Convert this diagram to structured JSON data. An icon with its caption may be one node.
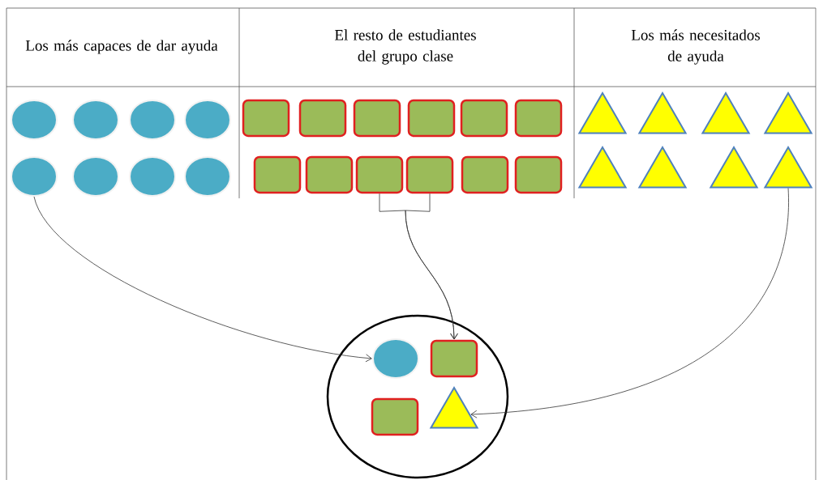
{
  "diagram": {
    "nodes": [
      {
        "text": [],
        "shape": "circle"
      },
      {
        "text": [],
        "shape": "circle"
      },
      {
        "text": [],
        "shape": "circle"
      },
      {
        "text": [],
        "shape": "circle"
      },
      {
        "text": [],
        "shape": "box"
      },
      {
        "text": [],
        "shape": "box"
      },
      {
        "text": [],
        "shape": "box"
      },
      {
        "text": [],
        "shape": "box"
      },
      {
        "text": [],
        "shape": "box"
      },
      {
        "text": [],
        "shape": "box"
      },
      {
        "text": [],
        "shape": "triangle"
      },
      {
        "text": [],
        "shape": "triangle"
      },
      {
        "text": [],
        "shape": "triangle"
      },
      {
        "text": [],
        "shape": "triangle"
      },
      {
        "text": [],
        "shape": "circle"
      },
      {
        "text": [],
        "shape": "circle"
      },
      {
        "text": [],
        "shape": "circle"
      },
      {
        "text": [],
        "shape": "circle"
      },
      {
        "text": [],
        "shape": "box"
      },
      {
        "text": [],
        "shape": "box"
      },
      {
        "text": [],
        "shape": "box"
      },
      {
        "text": [],
        "shape": "box"
      },
      {
        "text": [],
        "shape": "box"
      },
      {
        "text": [],
        "shape": "box"
      },
      {
        "text": [],
        "shape": "triangle"
      },
      {
        "text": [],
        "shape": "triangle"
      },
      {
        "text": [],
        "shape": "triangle"
      },
      {
        "text": [],
        "shape": "triangle"
      },
      {
        "text": [],
        "shape": "ellipse"
      },
      {
        "text": [],
        "shape": "circle",
        "in": 28
      },
      {
        "text": [],
        "shape": "box",
        "in": 28
      },
      {
        "text": [],
        "shape": "box",
        "in": 28
      },
      {
        "text": [],
        "shape": "triangle",
        "in": 28
      }
    ],
    "edges": [
      {
        "from": 14,
        "to": 29,
        "arrow": "to"
      },
      {
        "from": 20,
        "to": 30,
        "arrow": "to"
      },
      {
        "from": 21,
        "to": 30,
        "arrow": "to"
      },
      {
        "from": 27,
        "to": 32,
        "arrow": "to"
      }
    ],
    "labels": [
      "Los más capaces de dar ayuda",
      "El resto de estudiantes del grupo clase",
      "Los más necesitados de ayuda"
    ]
  }
}
